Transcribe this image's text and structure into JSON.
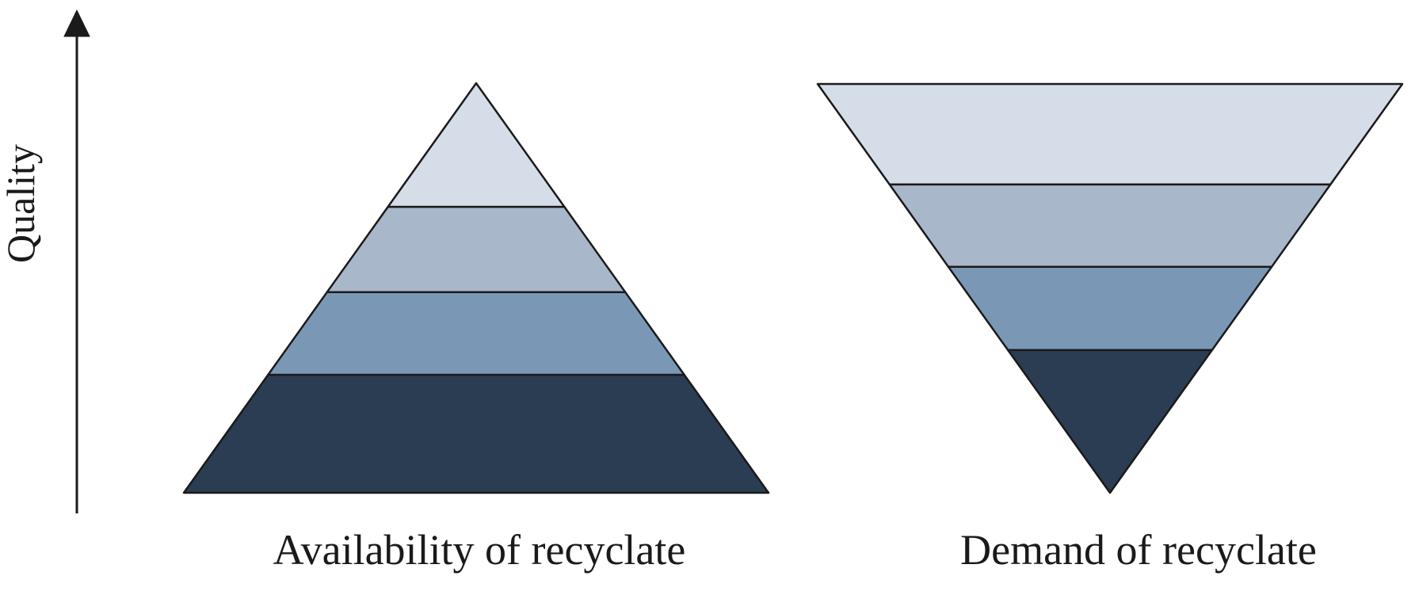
{
  "figure": {
    "background": "#ffffff",
    "axis": {
      "label": "Quality",
      "direction": "up",
      "color": "#1a1a1a"
    },
    "palette": {
      "outline": "#1a1a1a",
      "text": "#1a1a1a",
      "level_1_lightest": "#d5dde8",
      "level_2_light": "#a9b7ca",
      "level_3_medium": "#7a98b6",
      "level_4_darkest": "#2b3d53"
    },
    "funnels": [
      {
        "id": "availability",
        "label": "Availability of recyclate",
        "shape": "pyramid-up",
        "segments": [
          {
            "level": 1,
            "color": "#d5dde8",
            "height_fraction": 0.302
          },
          {
            "level": 2,
            "color": "#a9b7ca",
            "height_fraction": 0.208
          },
          {
            "level": 3,
            "color": "#7a98b6",
            "height_fraction": 0.202
          },
          {
            "level": 4,
            "color": "#2b3d53",
            "height_fraction": 0.288
          }
        ]
      },
      {
        "id": "demand",
        "label": "Demand of recyclate",
        "shape": "pyramid-down",
        "segments": [
          {
            "level": 1,
            "color": "#d5dde8",
            "height_fraction": 0.246
          },
          {
            "level": 2,
            "color": "#a9b7ca",
            "height_fraction": 0.201
          },
          {
            "level": 3,
            "color": "#7a98b6",
            "height_fraction": 0.204
          },
          {
            "level": 4,
            "color": "#2b3d53",
            "height_fraction": 0.349
          }
        ]
      }
    ]
  }
}
